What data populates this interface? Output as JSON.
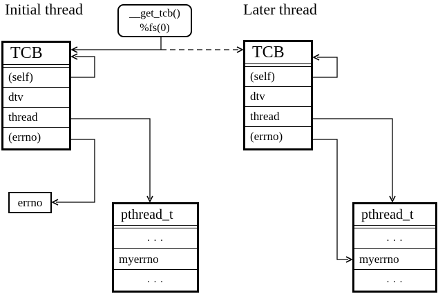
{
  "diagram": {
    "background_color": "#ffffff",
    "line_color": "#000000",
    "titles": {
      "initial": "Initial thread",
      "later": "Later thread"
    },
    "accessor_box": {
      "line1": "__get_tcb()",
      "line2": "%fs(0)"
    },
    "tcb": {
      "header": "TCB",
      "fields": [
        "(self)",
        "dtv",
        "thread",
        "(errno)"
      ]
    },
    "pthread": {
      "header": "pthread_t",
      "fields": [
        ". . .",
        "myerrno",
        ". . ."
      ]
    },
    "errno_box": {
      "label": "errno"
    }
  }
}
